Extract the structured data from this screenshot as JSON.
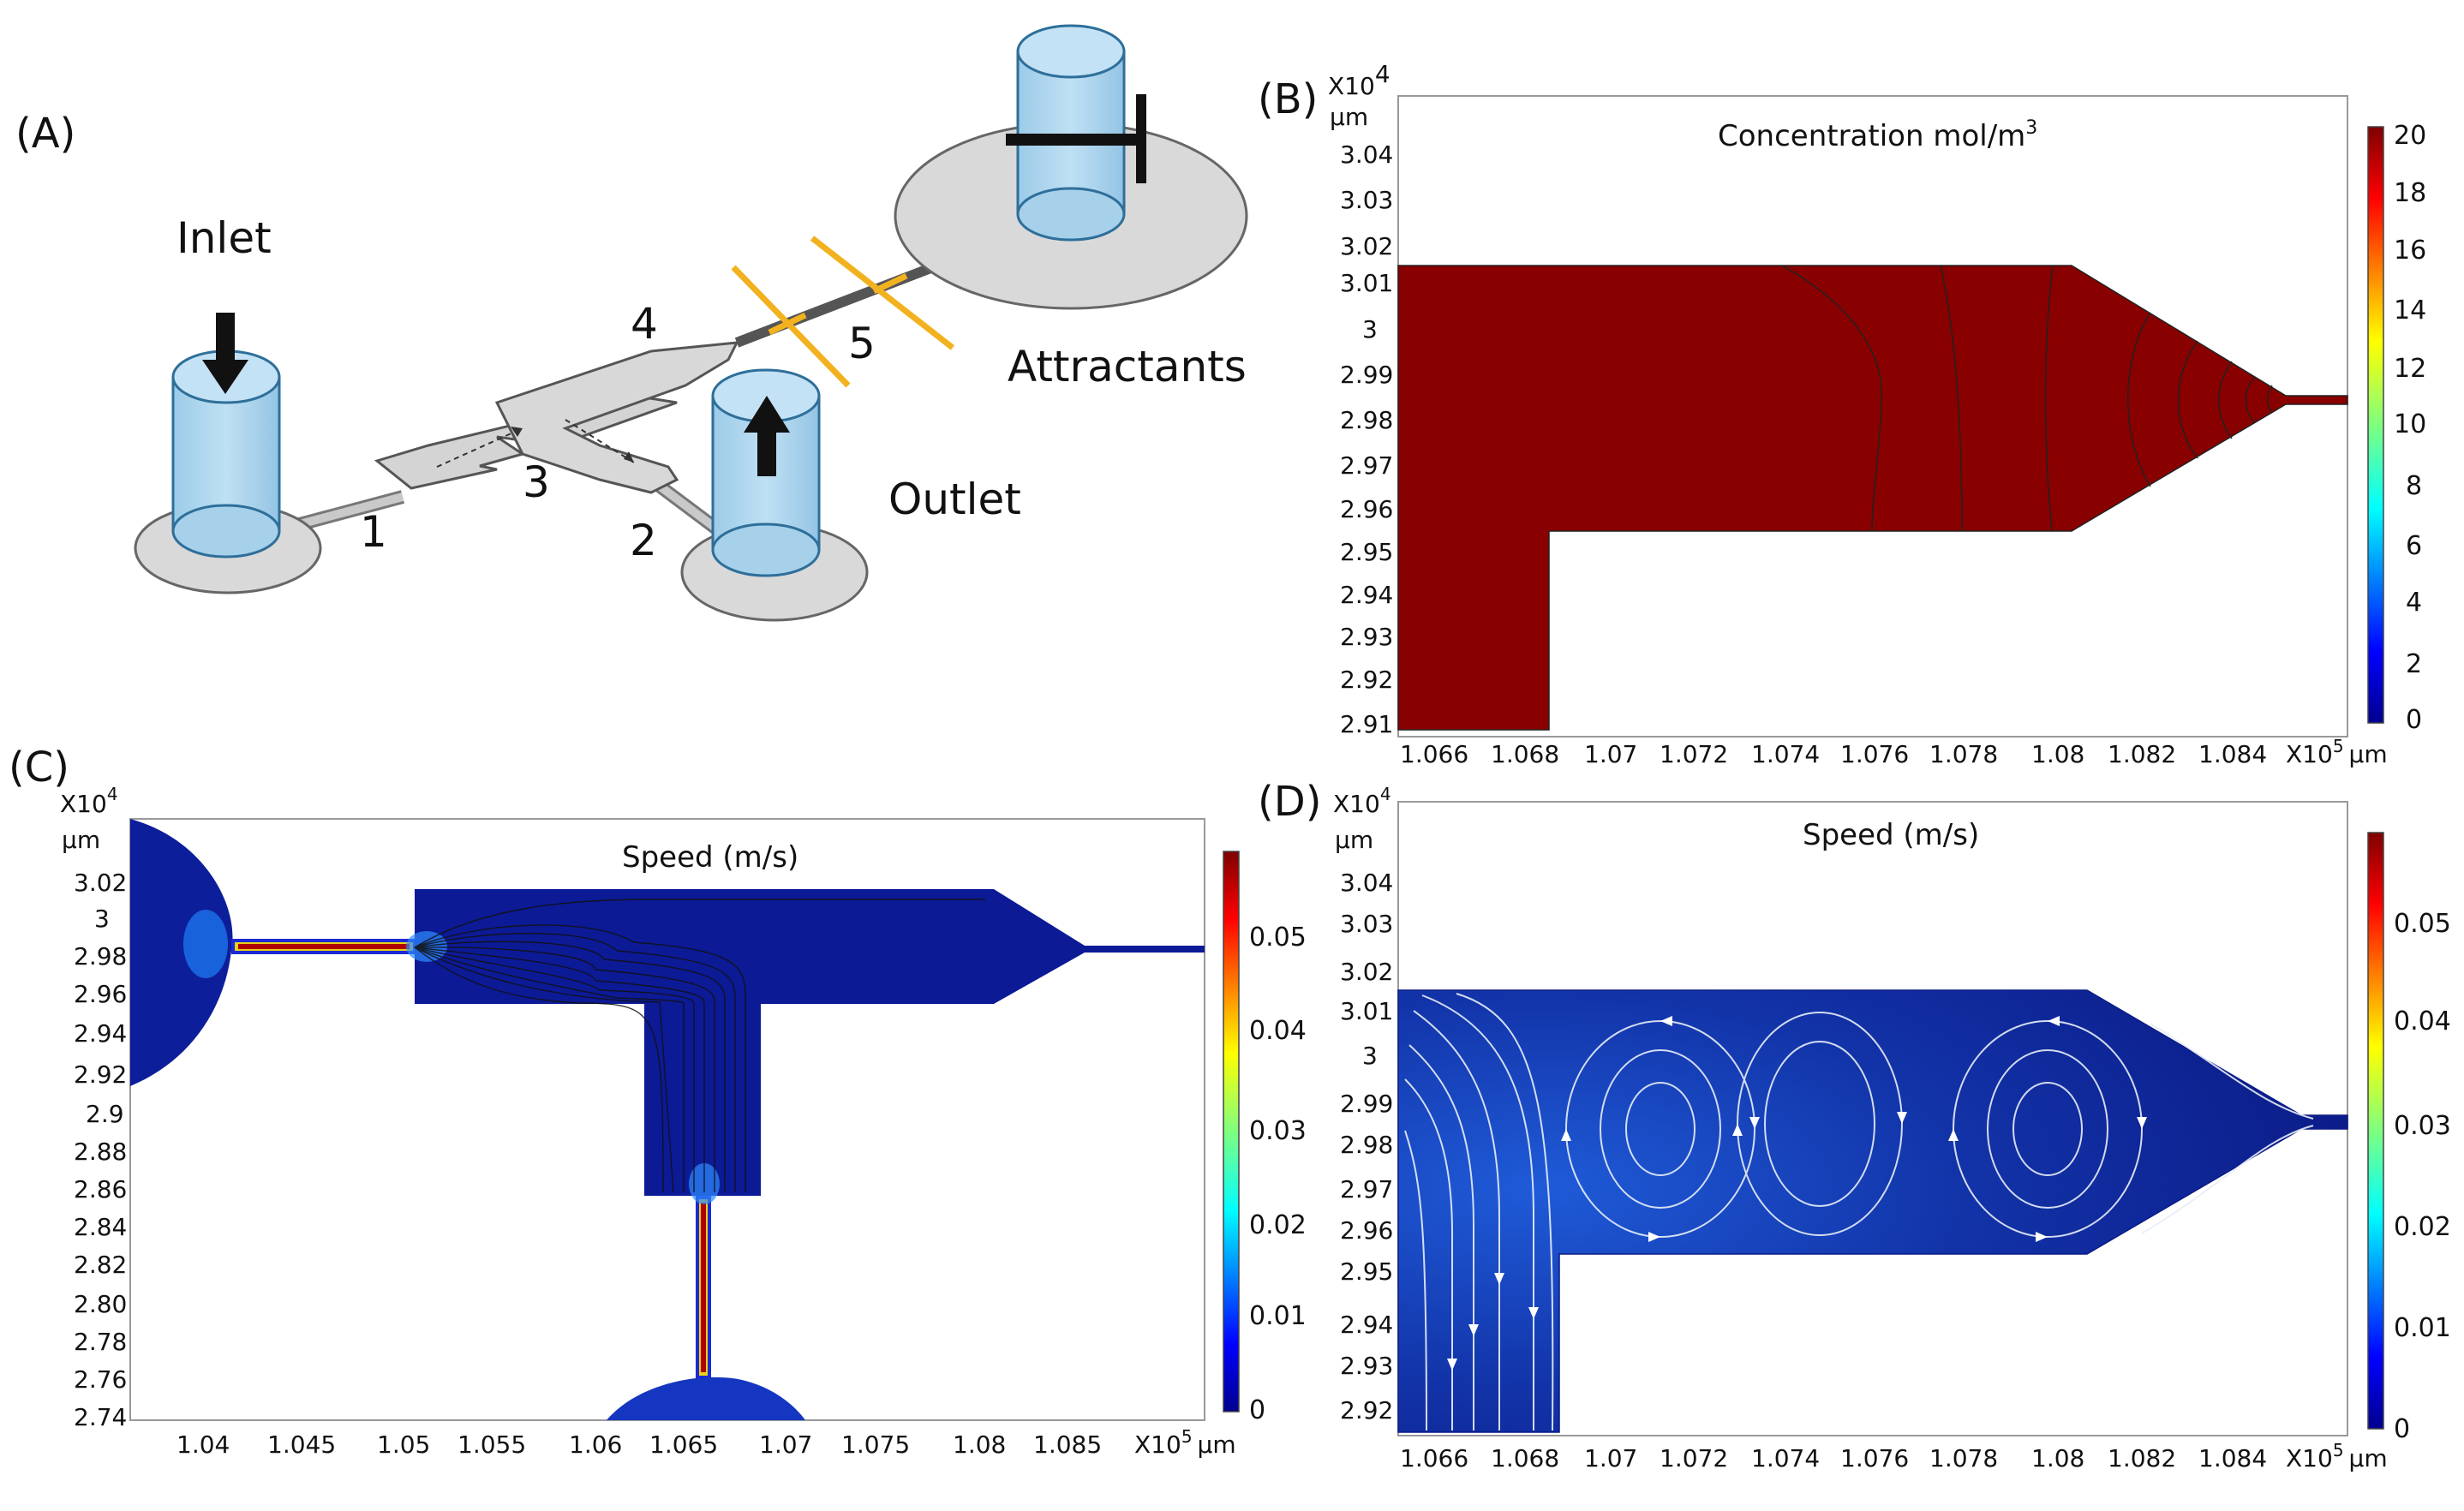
{
  "panels": {
    "A": {
      "label": "(A)",
      "labels": {
        "inlet": "Inlet",
        "outlet": "Outlet",
        "attractants": "Attractants"
      },
      "channel_numbers": [
        "1",
        "2",
        "3",
        "4",
        "5"
      ]
    },
    "B": {
      "label": "(B)",
      "title": "Concentration mol/m",
      "title_sup": "3",
      "y_scale": "X10",
      "y_scale_exp": "4",
      "y_unit": "µm",
      "x_scale": "X10",
      "x_scale_exp": "5",
      "x_unit": "µm",
      "y_ticks": [
        "3.04",
        "3.03",
        "3.02",
        "3.01",
        "3",
        "2.99",
        "2.98",
        "2.97",
        "2.96",
        "2.95",
        "2.94",
        "2.93",
        "2.92",
        "2.91"
      ],
      "x_ticks": [
        "1.066",
        "1.068",
        "1.07",
        "1.072",
        "1.074",
        "1.076",
        "1.078",
        "1.08",
        "1.082",
        "1.084"
      ],
      "colorbar_ticks": [
        "20",
        "18",
        "16",
        "14",
        "12",
        "10",
        "8",
        "6",
        "4",
        "2",
        "0"
      ]
    },
    "C": {
      "label": "(C)",
      "title": "Speed (m/s)",
      "y_scale": "X10",
      "y_scale_exp": "4",
      "y_unit": "µm",
      "x_scale": "X10",
      "x_scale_exp": "5",
      "x_unit": "µm",
      "y_ticks": [
        "3.02",
        "3",
        "2.98",
        "2.96",
        "2.94",
        "2.92",
        "2.9",
        "2.88",
        "2.86",
        "2.84",
        "2.82",
        "2.80",
        "2.78",
        "2.76",
        "2.74"
      ],
      "x_ticks": [
        "1.04",
        "1.045",
        "1.05",
        "1.055",
        "1.06",
        "1.065",
        "1.07",
        "1.075",
        "1.08",
        "1.085"
      ],
      "colorbar_ticks": [
        "0.05",
        "0.04",
        "0.03",
        "0.02",
        "0.01",
        "0"
      ]
    },
    "D": {
      "label": "(D)",
      "title": "Speed (m/s)",
      "y_scale": "X10",
      "y_scale_exp": "4",
      "y_unit": "µm",
      "x_scale": "X10",
      "x_scale_exp": "5",
      "x_unit": "µm",
      "y_ticks": [
        "3.04",
        "3.03",
        "3.02",
        "3.01",
        "3",
        "2.99",
        "2.98",
        "2.97",
        "2.96",
        "2.95",
        "2.94",
        "2.93",
        "2.92"
      ],
      "x_ticks": [
        "1.066",
        "1.068",
        "1.07",
        "1.072",
        "1.074",
        "1.076",
        "1.078",
        "1.08",
        "1.082",
        "1.084"
      ],
      "colorbar_ticks": [
        "0.05",
        "0.04",
        "0.03",
        "0.02",
        "0.01",
        "0"
      ]
    }
  }
}
